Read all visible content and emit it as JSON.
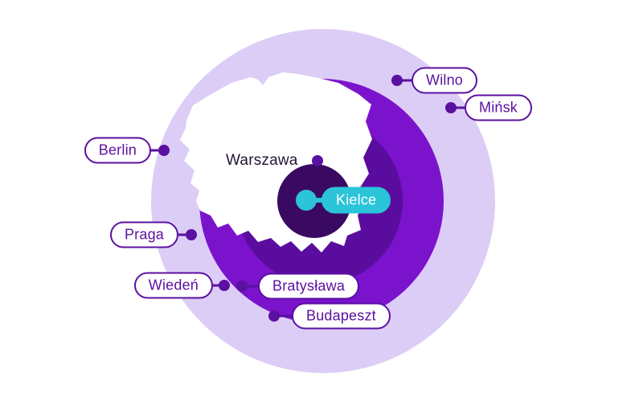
{
  "colors": {
    "background": "#ffffff",
    "ring_outer": "#dccdf6",
    "ring_mid": "#7b13cd",
    "ring_inner": "#5a0c9e",
    "ring_core": "#3a0a63",
    "accent_cyan": "#2bc4d9",
    "marker_purple": "#5a10a0",
    "map_fill": "#ffffff",
    "warsaw_label": "#231533"
  },
  "cities": [
    {
      "name": "Wilno",
      "marker": "pill",
      "side": "right"
    },
    {
      "name": "Mińsk",
      "marker": "pill",
      "side": "right"
    },
    {
      "name": "Berlin",
      "marker": "pill",
      "side": "left"
    },
    {
      "name": "Warszawa",
      "marker": "plain-text",
      "role": "capital"
    },
    {
      "name": "Kielce",
      "marker": "accent-pill",
      "role": "center"
    },
    {
      "name": "Praga",
      "marker": "pill",
      "side": "left"
    },
    {
      "name": "Wiedeń",
      "marker": "pill",
      "side": "left"
    },
    {
      "name": "Bratysława",
      "marker": "pill",
      "side": "right"
    },
    {
      "name": "Budapeszt",
      "marker": "pill",
      "side": "right"
    }
  ]
}
